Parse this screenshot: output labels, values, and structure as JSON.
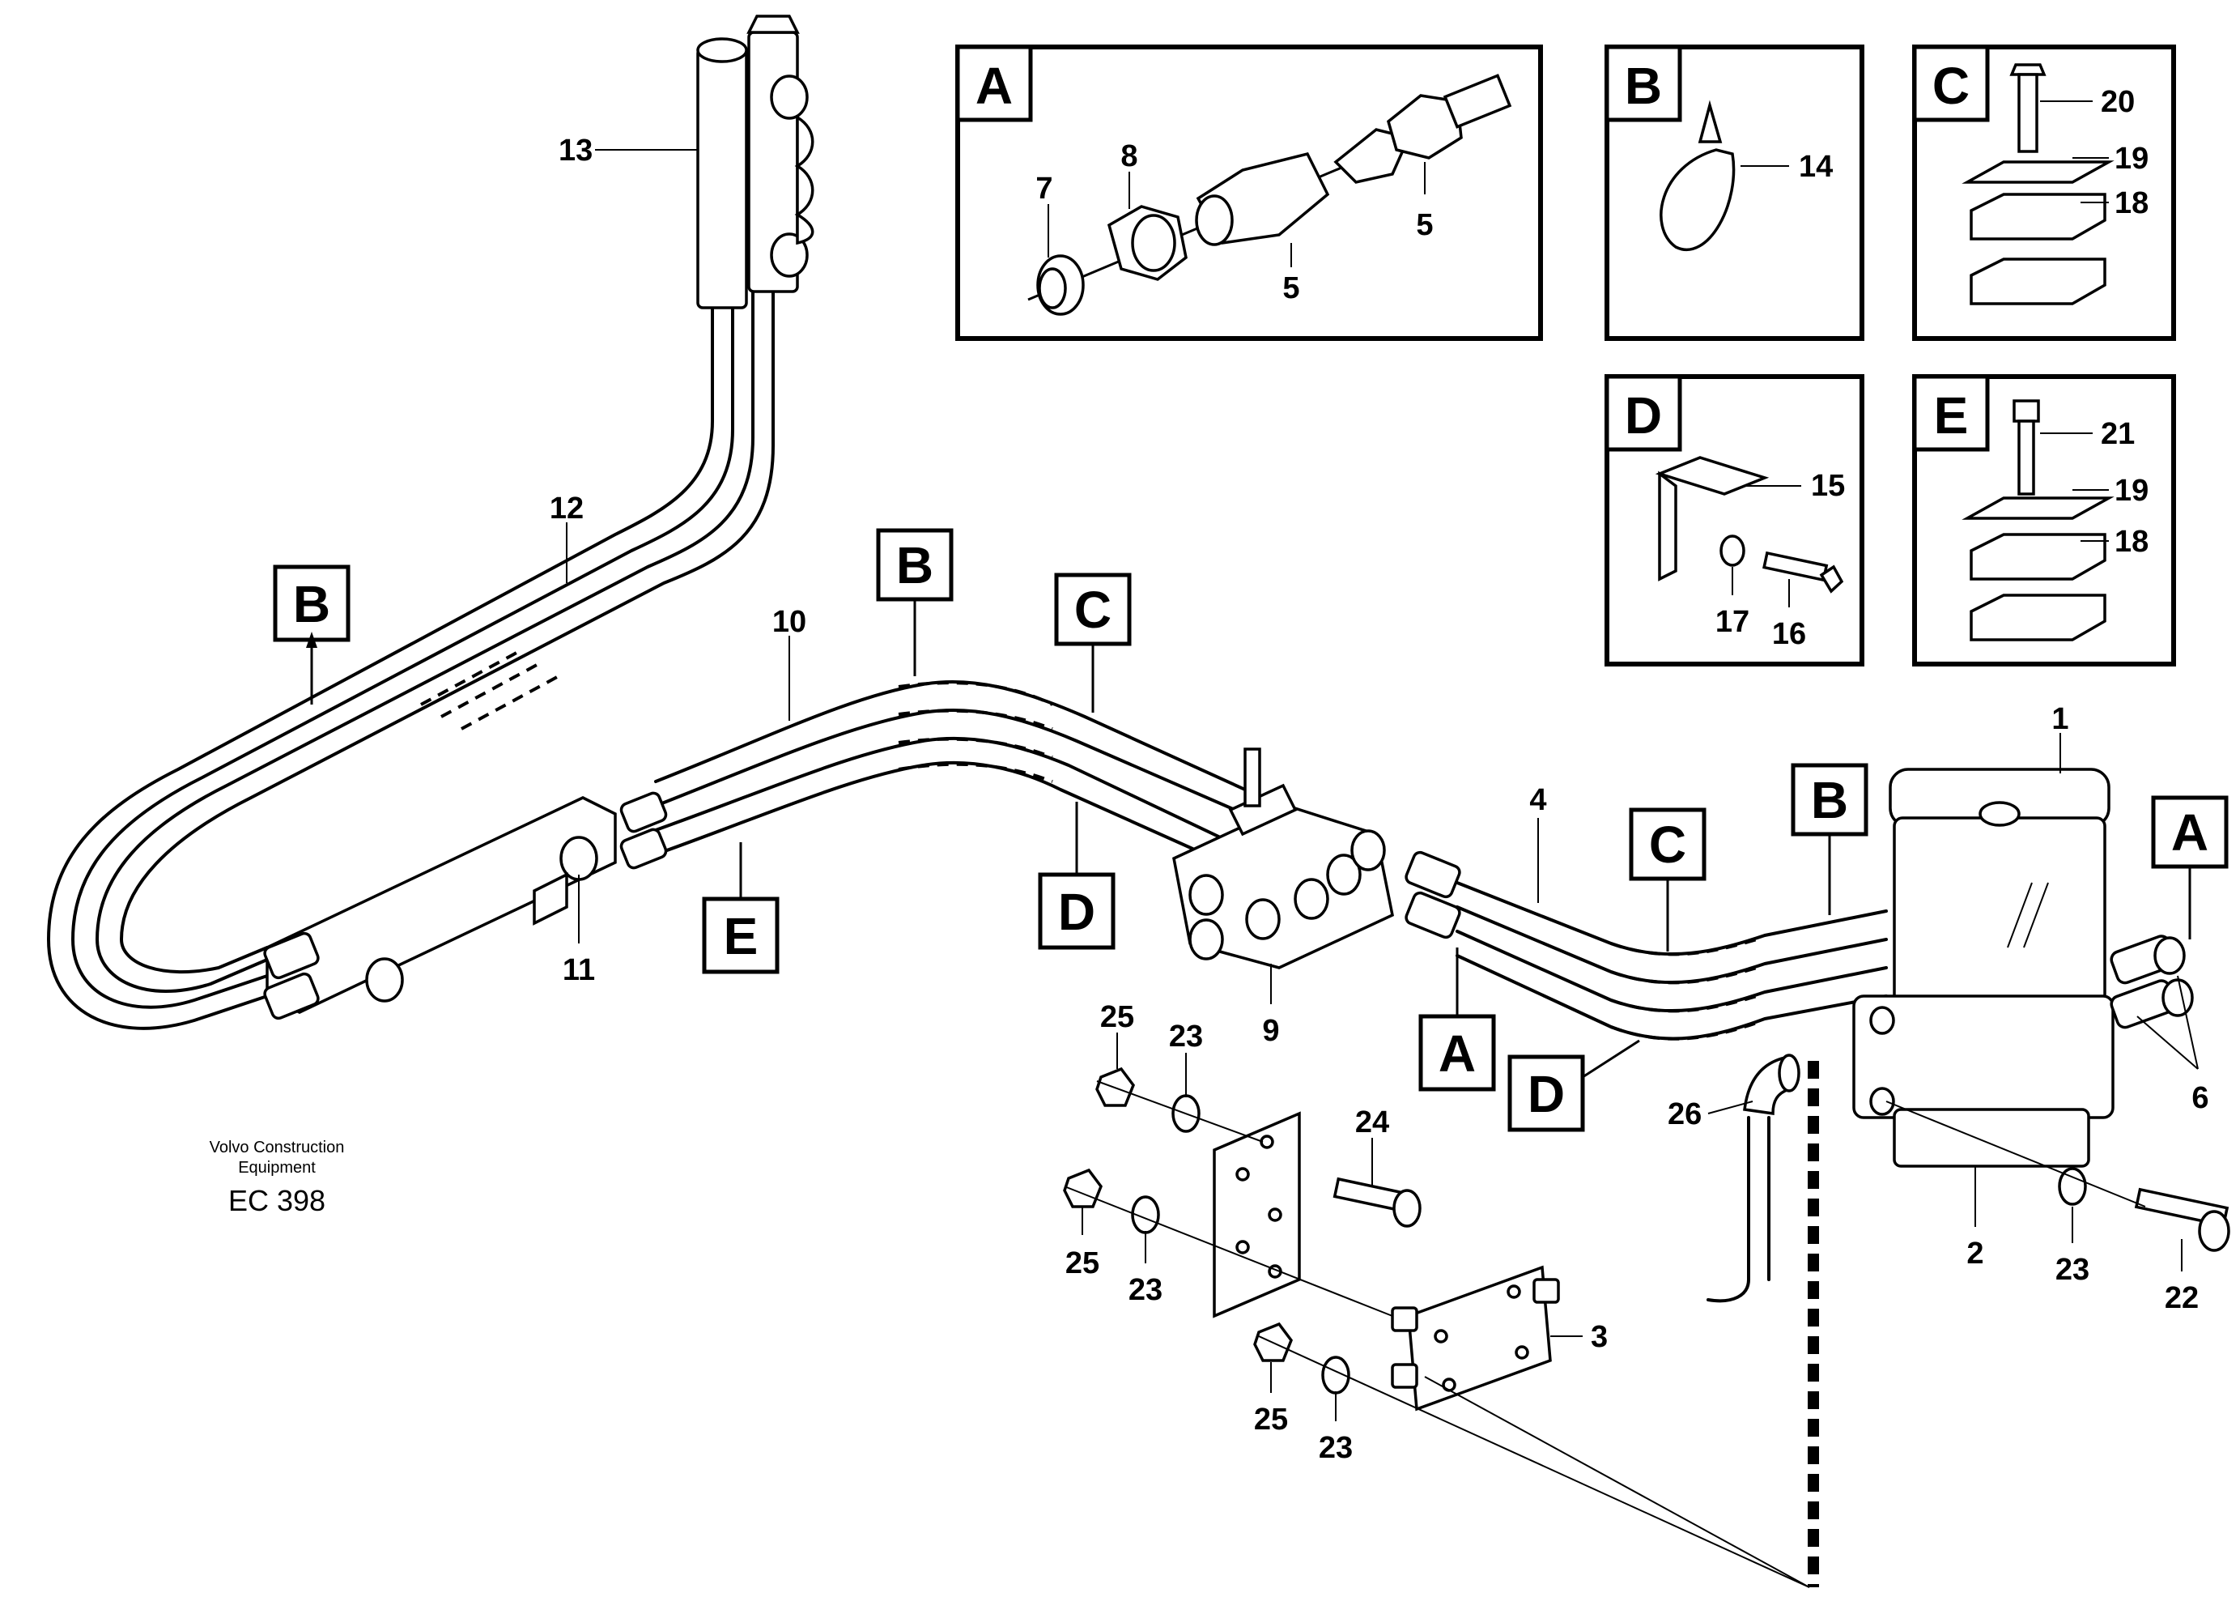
{
  "detail_panels": [
    {
      "letter": "A",
      "callouts": [
        "7",
        "8",
        "5",
        "5"
      ]
    },
    {
      "letter": "B",
      "callouts": [
        "14"
      ]
    },
    {
      "letter": "C",
      "callouts": [
        "20",
        "19",
        "18"
      ]
    },
    {
      "letter": "D",
      "callouts": [
        "15",
        "17",
        "16"
      ]
    },
    {
      "letter": "E",
      "callouts": [
        "21",
        "19",
        "18"
      ]
    }
  ],
  "main_callouts": [
    "13",
    "12",
    "10",
    "11",
    "9",
    "4",
    "1",
    "6",
    "2",
    "3",
    "22",
    "23",
    "24",
    "25",
    "26"
  ],
  "section_tags": [
    "A",
    "B",
    "C",
    "D",
    "E"
  ],
  "callouts": {
    "c1": "1",
    "c2": "2",
    "c3": "3",
    "c4": "4",
    "c5a": "5",
    "c5b": "5",
    "c6": "6",
    "c7": "7",
    "c8": "8",
    "c9": "9",
    "c10": "10",
    "c11": "11",
    "c12": "12",
    "c13": "13",
    "c14": "14",
    "c15": "15",
    "c16": "16",
    "c17": "17",
    "c18a": "18",
    "c18b": "18",
    "c19a": "19",
    "c19b": "19",
    "c20": "20",
    "c21": "21",
    "c22": "22",
    "c23a": "23",
    "c23b": "23",
    "c23c": "23",
    "c23d": "23",
    "c24": "24",
    "c25a": "25",
    "c25b": "25",
    "c25c": "25",
    "c26": "26"
  },
  "tags": {
    "panelA": "A",
    "panelB": "B",
    "panelC": "C",
    "panelD": "D",
    "panelE": "E",
    "tB1": "B",
    "tB2": "B",
    "tB3": "B",
    "tC1": "C",
    "tC2": "C",
    "tD1": "D",
    "tD2": "D",
    "tE1": "E",
    "tA1": "A",
    "tA2": "A"
  },
  "footer": {
    "line1": "Volvo Construction",
    "line2": "Equipment",
    "code": "EC 398"
  }
}
